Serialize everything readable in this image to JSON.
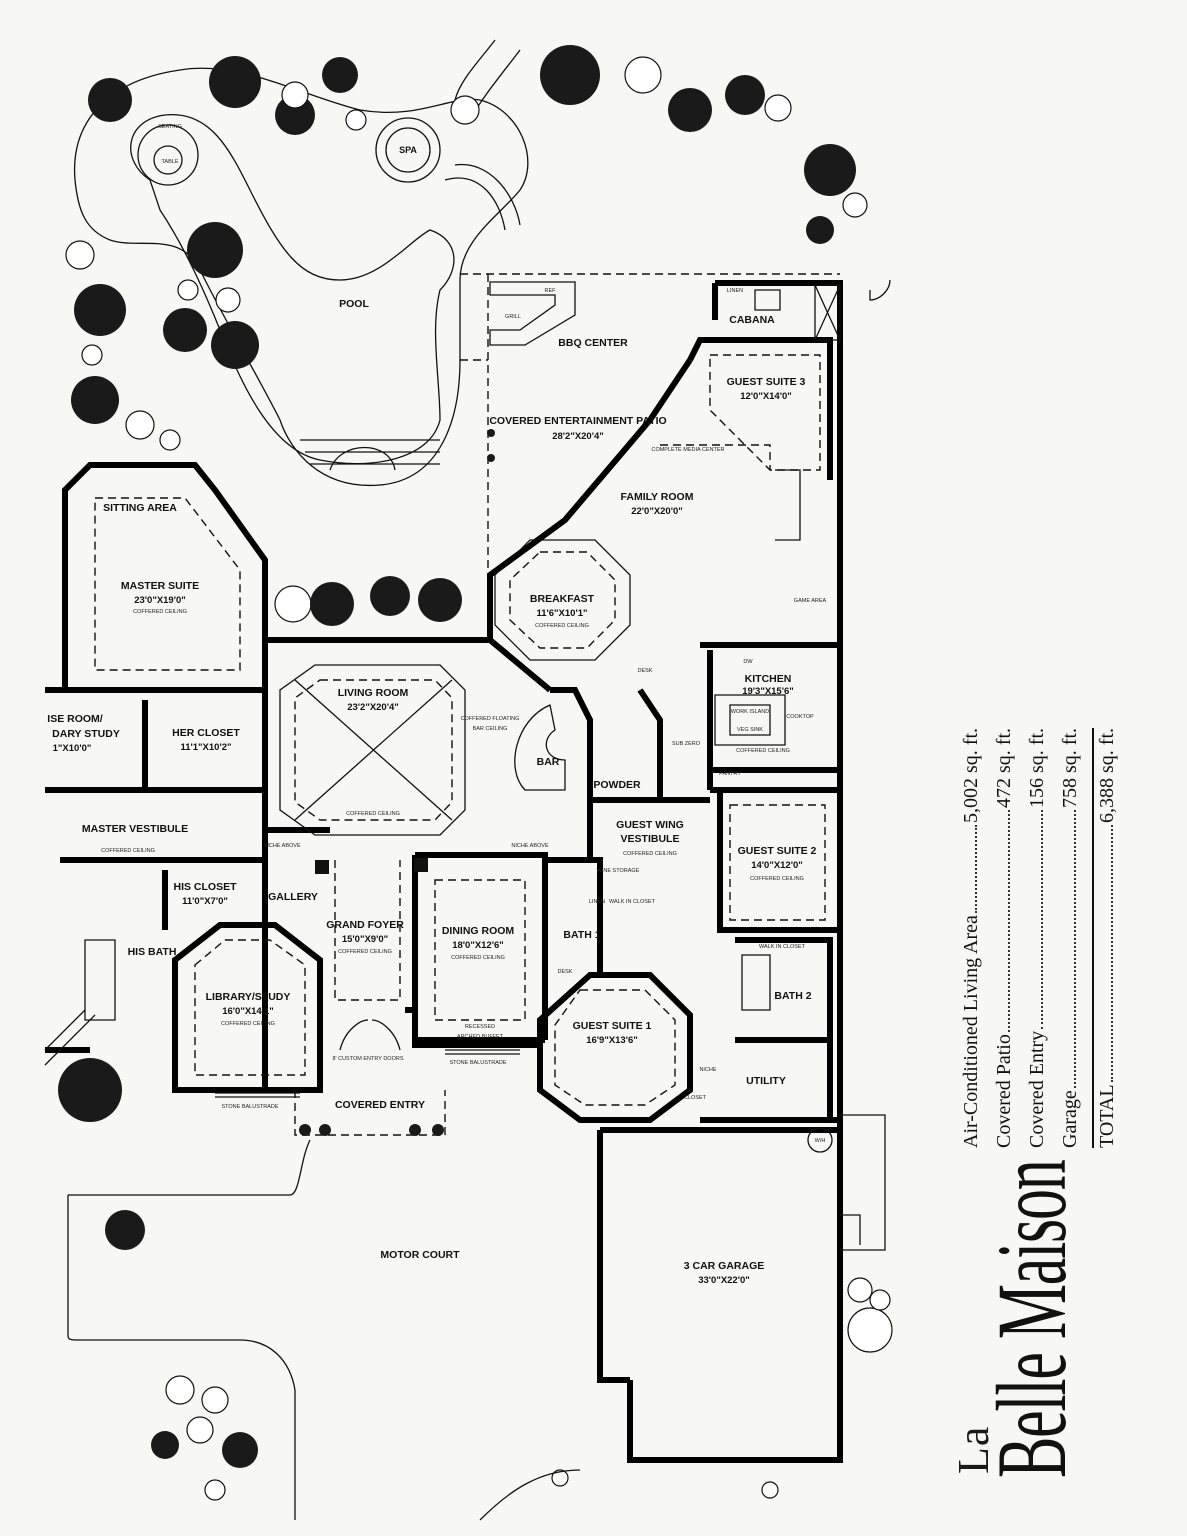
{
  "rooms": {
    "pool": "POOL",
    "spa": "SPA",
    "bbq": "BBQ CENTER",
    "cabana": "CABANA",
    "patio": "COVERED ENTERTAINMENT PATIO",
    "patio_dim": "28'2\"X20'4\"",
    "guest3": "GUEST SUITE 3",
    "guest3_dim": "12'0\"X14'0\"",
    "family": "FAMILY ROOM",
    "family_dim": "22'0\"X20'0\"",
    "breakfast": "BREAKFAST",
    "breakfast_dim": "11'6\"X10'1\"",
    "kitchen": "KITCHEN",
    "kitchen_dim": "19'3\"X15'6\"",
    "sitting": "SITTING AREA",
    "master": "MASTER SUITE",
    "master_dim": "23'0\"X19'0\"",
    "living": "LIVING ROOM",
    "living_dim": "23'2\"X20'4\"",
    "bar": "BAR",
    "powder": "POWDER",
    "her_closet": "HER CLOSET",
    "her_closet_dim": "11'1\"X10'2\"",
    "study_frag1": "ISE ROOM/",
    "study_frag2": "DARY STUDY",
    "study_frag3": "1\"X10'0\"",
    "master_vest": "MASTER VESTIBULE",
    "guest_wing": "GUEST WING",
    "guest_wing2": "VESTIBULE",
    "guest2": "GUEST SUITE 2",
    "guest2_dim": "14'0\"X12'0\"",
    "his_closet": "HIS CLOSET",
    "his_closet_dim": "11'0\"X7'0\"",
    "gallery": "GALLERY",
    "his_bath": "HIS BATH",
    "grand_foyer": "GRAND FOYER",
    "grand_foyer_dim": "15'0\"X9'0\"",
    "dining": "DINING ROOM",
    "dining_dim": "18'0\"X12'6\"",
    "bath1": "BATH 1",
    "bath2": "BATH 2",
    "library": "LIBRARY/STUDY",
    "library_dim": "16'0\"X14'1\"",
    "guest1": "GUEST SUITE 1",
    "guest1_dim": "16'9\"X13'6\"",
    "utility": "UTILITY",
    "covered_entry": "COVERED ENTRY",
    "motor_court": "MOTOR COURT",
    "garage": "3 CAR GARAGE",
    "garage_dim": "33'0\"X22'0\""
  },
  "notes": {
    "complete_media": "COMPLETE MEDIA CENTER",
    "game_area": "GAME AREA",
    "coffered_floating": "COFFERED FLOATING",
    "bar_ceiling": "BAR CEILING",
    "coffered_ceiling": "COFFERED CEILING",
    "niche_above": "NICHE ABOVE",
    "custom_doors": "8' CUSTOM ENTRY DOORS",
    "stone_balustrade": "STONE BALUSTRADE",
    "recessed": "RECESSED",
    "arched_buffet": "ARCHED BUFFET",
    "walk_in_closet": "WALK IN CLOSET",
    "pantry": "PANTRY",
    "work_island": "WORK ISLAND",
    "veg_sink": "VEG SINK",
    "cooktop": "COOKTOP",
    "sub_zero": "SUB ZERO",
    "desk": "DESK",
    "linen": "LINEN",
    "wine_storage": "WINE STORAGE",
    "closet": "CLOSET",
    "grill": "GRILL",
    "ref": "REF",
    "seating": "SEATING",
    "table": "TABLE",
    "wh": "W/H",
    "niche": "NICHE",
    "dw": "DW"
  },
  "brand": {
    "la": "La",
    "name": "Belle Maison"
  },
  "areas": [
    {
      "label": "Air-Conditioned Living Area",
      "value": "5,002 sq. ft."
    },
    {
      "label": "Covered Patio",
      "value": "472 sq. ft."
    },
    {
      "label": "Covered Entry",
      "value": "156 sq. ft."
    },
    {
      "label": "Garage",
      "value": "758 sq. ft."
    },
    {
      "label": "TOTAL",
      "value": "6,388 sq. ft."
    }
  ]
}
